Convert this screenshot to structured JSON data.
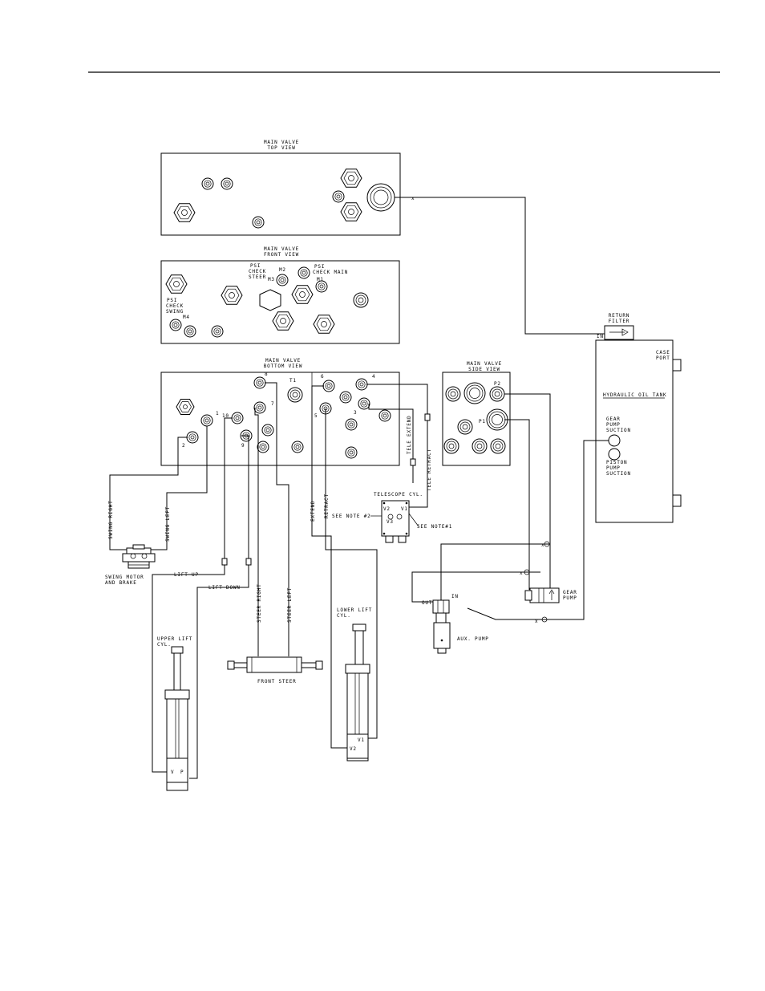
{
  "valves": {
    "top": {
      "title1": "MAIN VALVE",
      "title2": "TOP VIEW"
    },
    "front": {
      "title1": "MAIN VALVE",
      "title2": "FRONT VIEW",
      "psi_steer": [
        "PSI",
        "CHECK",
        "STEER"
      ],
      "psi_main": [
        "PSI",
        "CHECK MAIN"
      ],
      "psi_swing": [
        "PSI",
        "CHECK",
        "SWING"
      ],
      "m1": "M1",
      "m2": "M2",
      "m3": "M3",
      "m4": "M4"
    },
    "bottom": {
      "title1": "MAIN VALVE",
      "title2": "BOTTOM VIEW",
      "ports": {
        "p1": "1",
        "p2": "2",
        "p3": "3",
        "p4": "4",
        "p5": "5",
        "p6": "6",
        "p7": "7",
        "p8": "8",
        "p9": "9",
        "p10": "10",
        "t1": "T1"
      }
    },
    "side": {
      "title1": "MAIN VALVE",
      "title2": "SIDE VIEW",
      "p1": "P1",
      "p2": "P2"
    }
  },
  "tank": {
    "title": "HYDRAULIC OIL TANK",
    "case_port": [
      "CASE",
      "PORT"
    ],
    "gear_suction": [
      "GEAR",
      "PUMP",
      "SUCTION"
    ],
    "piston_suction": [
      "PISTON",
      "PUMP",
      "SUCTION"
    ]
  },
  "filter": {
    "label": [
      "RETURN",
      "FILTER"
    ],
    "in": "IN"
  },
  "lines": {
    "swing_right": "SWING RIGHT",
    "swing_left": "SWING LEFT",
    "lift_up": "LIFT UP",
    "lift_down": "LIFT DOWN",
    "steer_right": "STEER RIGHT",
    "steer_left": "STEER LEFT",
    "extend": "EXTEND",
    "retract": "RETRACT",
    "tele_extend": "TELE EXTEND",
    "tele_retract": "TELE RETRACT"
  },
  "components": {
    "swing_motor": [
      "SWING MOTOR",
      "AND BRAKE"
    ],
    "upper_lift": [
      "UPPER LIFT",
      "CYL."
    ],
    "upper_v": "V",
    "upper_p": "P",
    "lower_lift": [
      "LOWER LIFT",
      "CYL."
    ],
    "lower_v1": "V1",
    "lower_v2": "V2",
    "front_steer": "FRONT STEER",
    "telescope": "TELESCOPE CYL.",
    "tele_v1": "V1",
    "tele_v2": "V2",
    "tele_v3": "V3",
    "see_note2": "SEE NOTE #2",
    "see_note1": "SEE NOTE#1",
    "gear_pump": [
      "GEAR",
      "PUMP"
    ],
    "aux_pump": "AUX. PUMP",
    "aux_out": "OUT",
    "aux_in": "IN"
  }
}
